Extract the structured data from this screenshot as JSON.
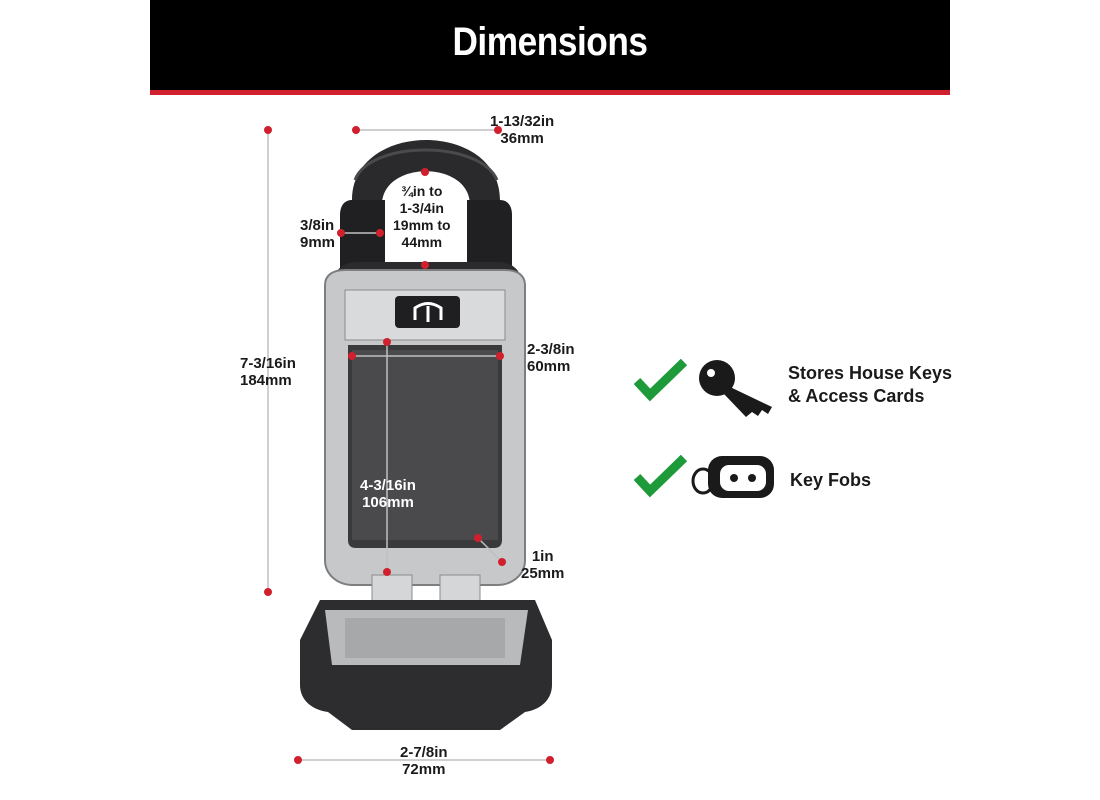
{
  "header": {
    "title": "Dimensions"
  },
  "dimensions": {
    "shackle_width": {
      "imperial": "1-13/32in",
      "metric": "36mm"
    },
    "shackle_opening": {
      "imperial_min": "¾in to",
      "imperial_max": "1-3/4in",
      "metric_min": "19mm to",
      "metric_max": "44mm"
    },
    "shackle_thickness": {
      "imperial": "3/8in",
      "metric": "9mm"
    },
    "interior_width": {
      "imperial": "2-3/8in",
      "metric": "60mm"
    },
    "overall_height": {
      "imperial": "7-3/16in",
      "metric": "184mm"
    },
    "interior_height": {
      "imperial": "4-3/16in",
      "metric": "106mm"
    },
    "interior_depth": {
      "imperial": "1in",
      "metric": "25mm"
    },
    "overall_width": {
      "imperial": "2-7/8in",
      "metric": "72mm"
    }
  },
  "features": [
    {
      "line1": "Stores House Keys",
      "line2": "& Access Cards",
      "icon": "house-key-icon"
    },
    {
      "line1": "Key Fobs",
      "icon": "key-fob-icon"
    }
  ],
  "colors": {
    "accent_red": "#d0202e",
    "check_green": "#1e9a3a",
    "banner": "#000000"
  }
}
